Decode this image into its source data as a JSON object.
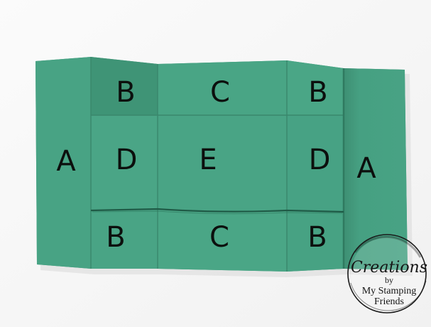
{
  "photo": {
    "panel_labels": {
      "left_outer": "A",
      "top_left": "B",
      "top_center": "C",
      "top_right": "B",
      "middle_left": "D",
      "middle_center": "E",
      "middle_right": "D",
      "right_outer": "A",
      "bottom_left": "B",
      "bottom_center": "C",
      "bottom_right": "B"
    },
    "colors": {
      "background": "#ffffff",
      "card": "#47a283",
      "card_shadow": "#3f9476",
      "card_light": "#4fa88a",
      "letter": "#0c0f0d"
    },
    "logo": {
      "line1": "Creations",
      "line2": "by",
      "line3": "My Stamping",
      "line4": "Friends"
    }
  }
}
